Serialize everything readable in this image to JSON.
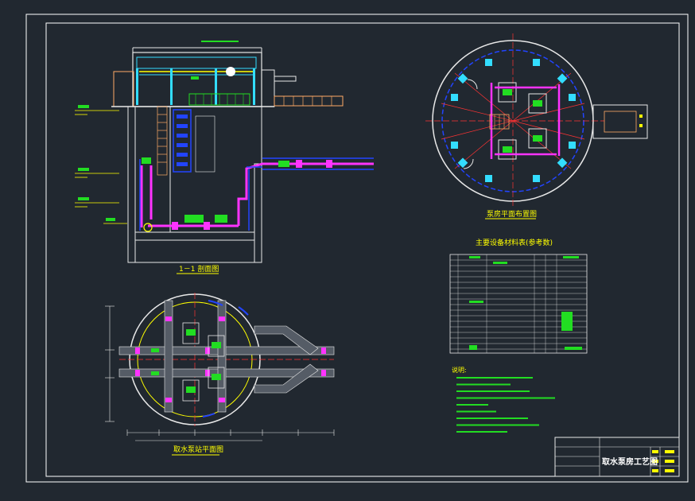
{
  "drawing": {
    "title": "取水泵房工艺图",
    "section_label": "1－1 剖面图",
    "plan_top_label": "泵房平面布置图",
    "plan_bottom_label": "取水泵站平面图",
    "table_title": "主要设备材料表(参考数)",
    "notes_title": "说明:"
  },
  "colors": {
    "background": "#212830",
    "frame": "#ffffff",
    "pipe_magenta": "#ff33ff",
    "pipe_blue": "#2244ff",
    "wall_white": "#e8e8e8",
    "pump_green": "#22dd22",
    "cyan": "#33ddff",
    "red_axis": "#ff3333",
    "yellow": "#ffff00"
  }
}
